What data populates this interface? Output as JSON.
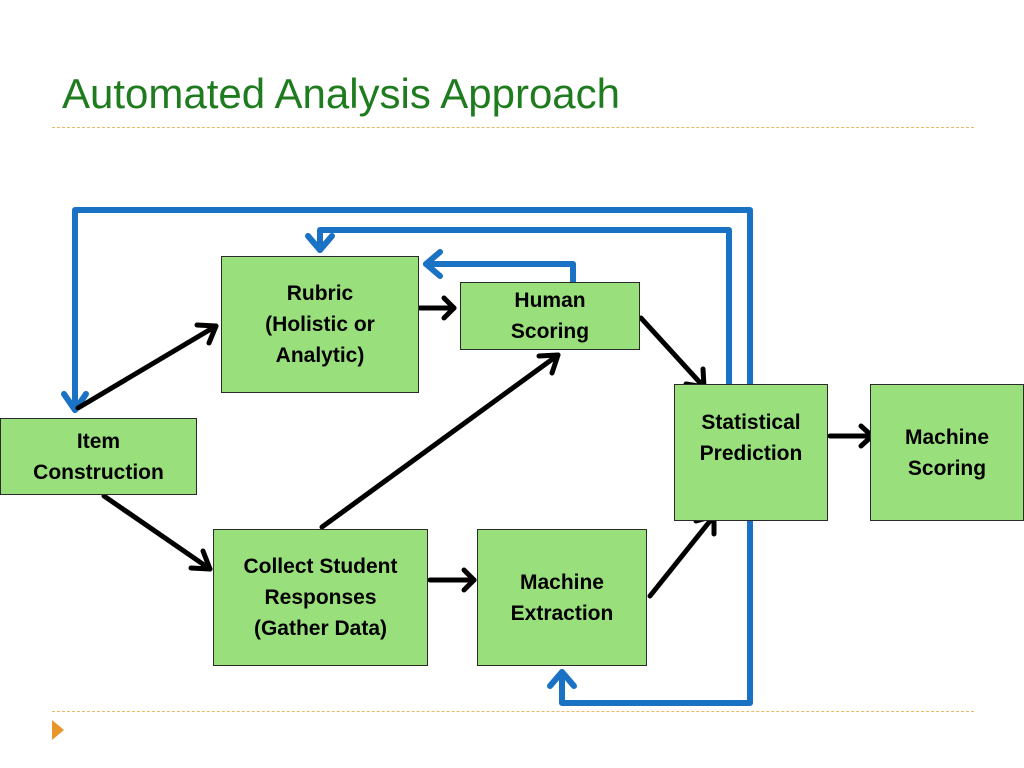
{
  "slide": {
    "title": "Automated Analysis Approach"
  },
  "diagram": {
    "nodes": {
      "rubric": "Rubric\n(Holistic or\nAnalytic)",
      "human_scoring": "Human\nScoring",
      "item_construction": "Item\nConstruction",
      "statistical_prediction": "Statistical\nPrediction",
      "machine_scoring": "Machine\nScoring",
      "collect_student_responses": "Collect Student\nResponses\n(Gather Data)",
      "machine_extraction": "Machine\nExtraction"
    },
    "colors": {
      "box_fill": "#99e07c",
      "forward_arrow": "#000000",
      "feedback_arrow": "#1a72c4",
      "title": "#1e7b1e"
    }
  }
}
